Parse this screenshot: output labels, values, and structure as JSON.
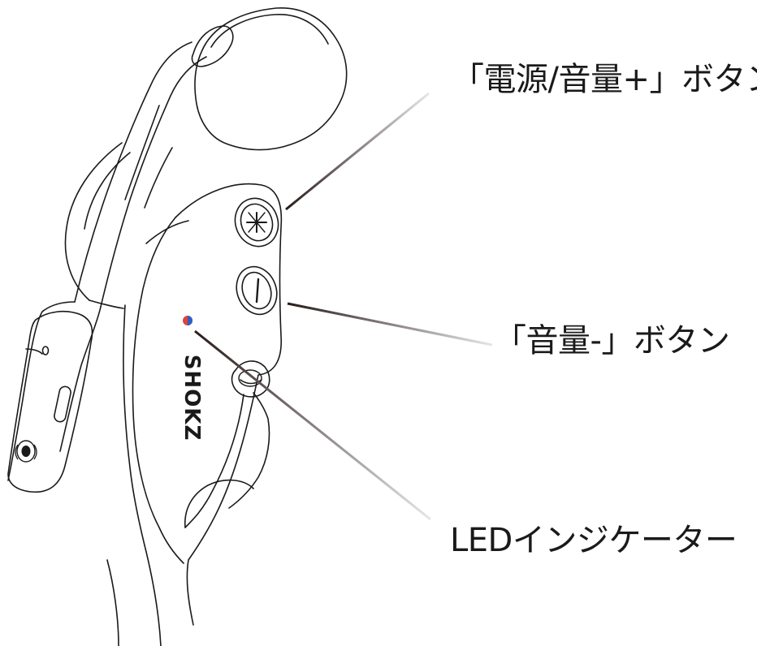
{
  "callouts": {
    "power_volume_up": "「電源/音量+」ボタン",
    "volume_down": "「音量-」ボタン",
    "led_indicator": "LEDインジケーター"
  },
  "device": {
    "brand_logo_text": "SHOKZ",
    "led_colors": [
      "#d9463b",
      "#2f5fc4"
    ]
  }
}
